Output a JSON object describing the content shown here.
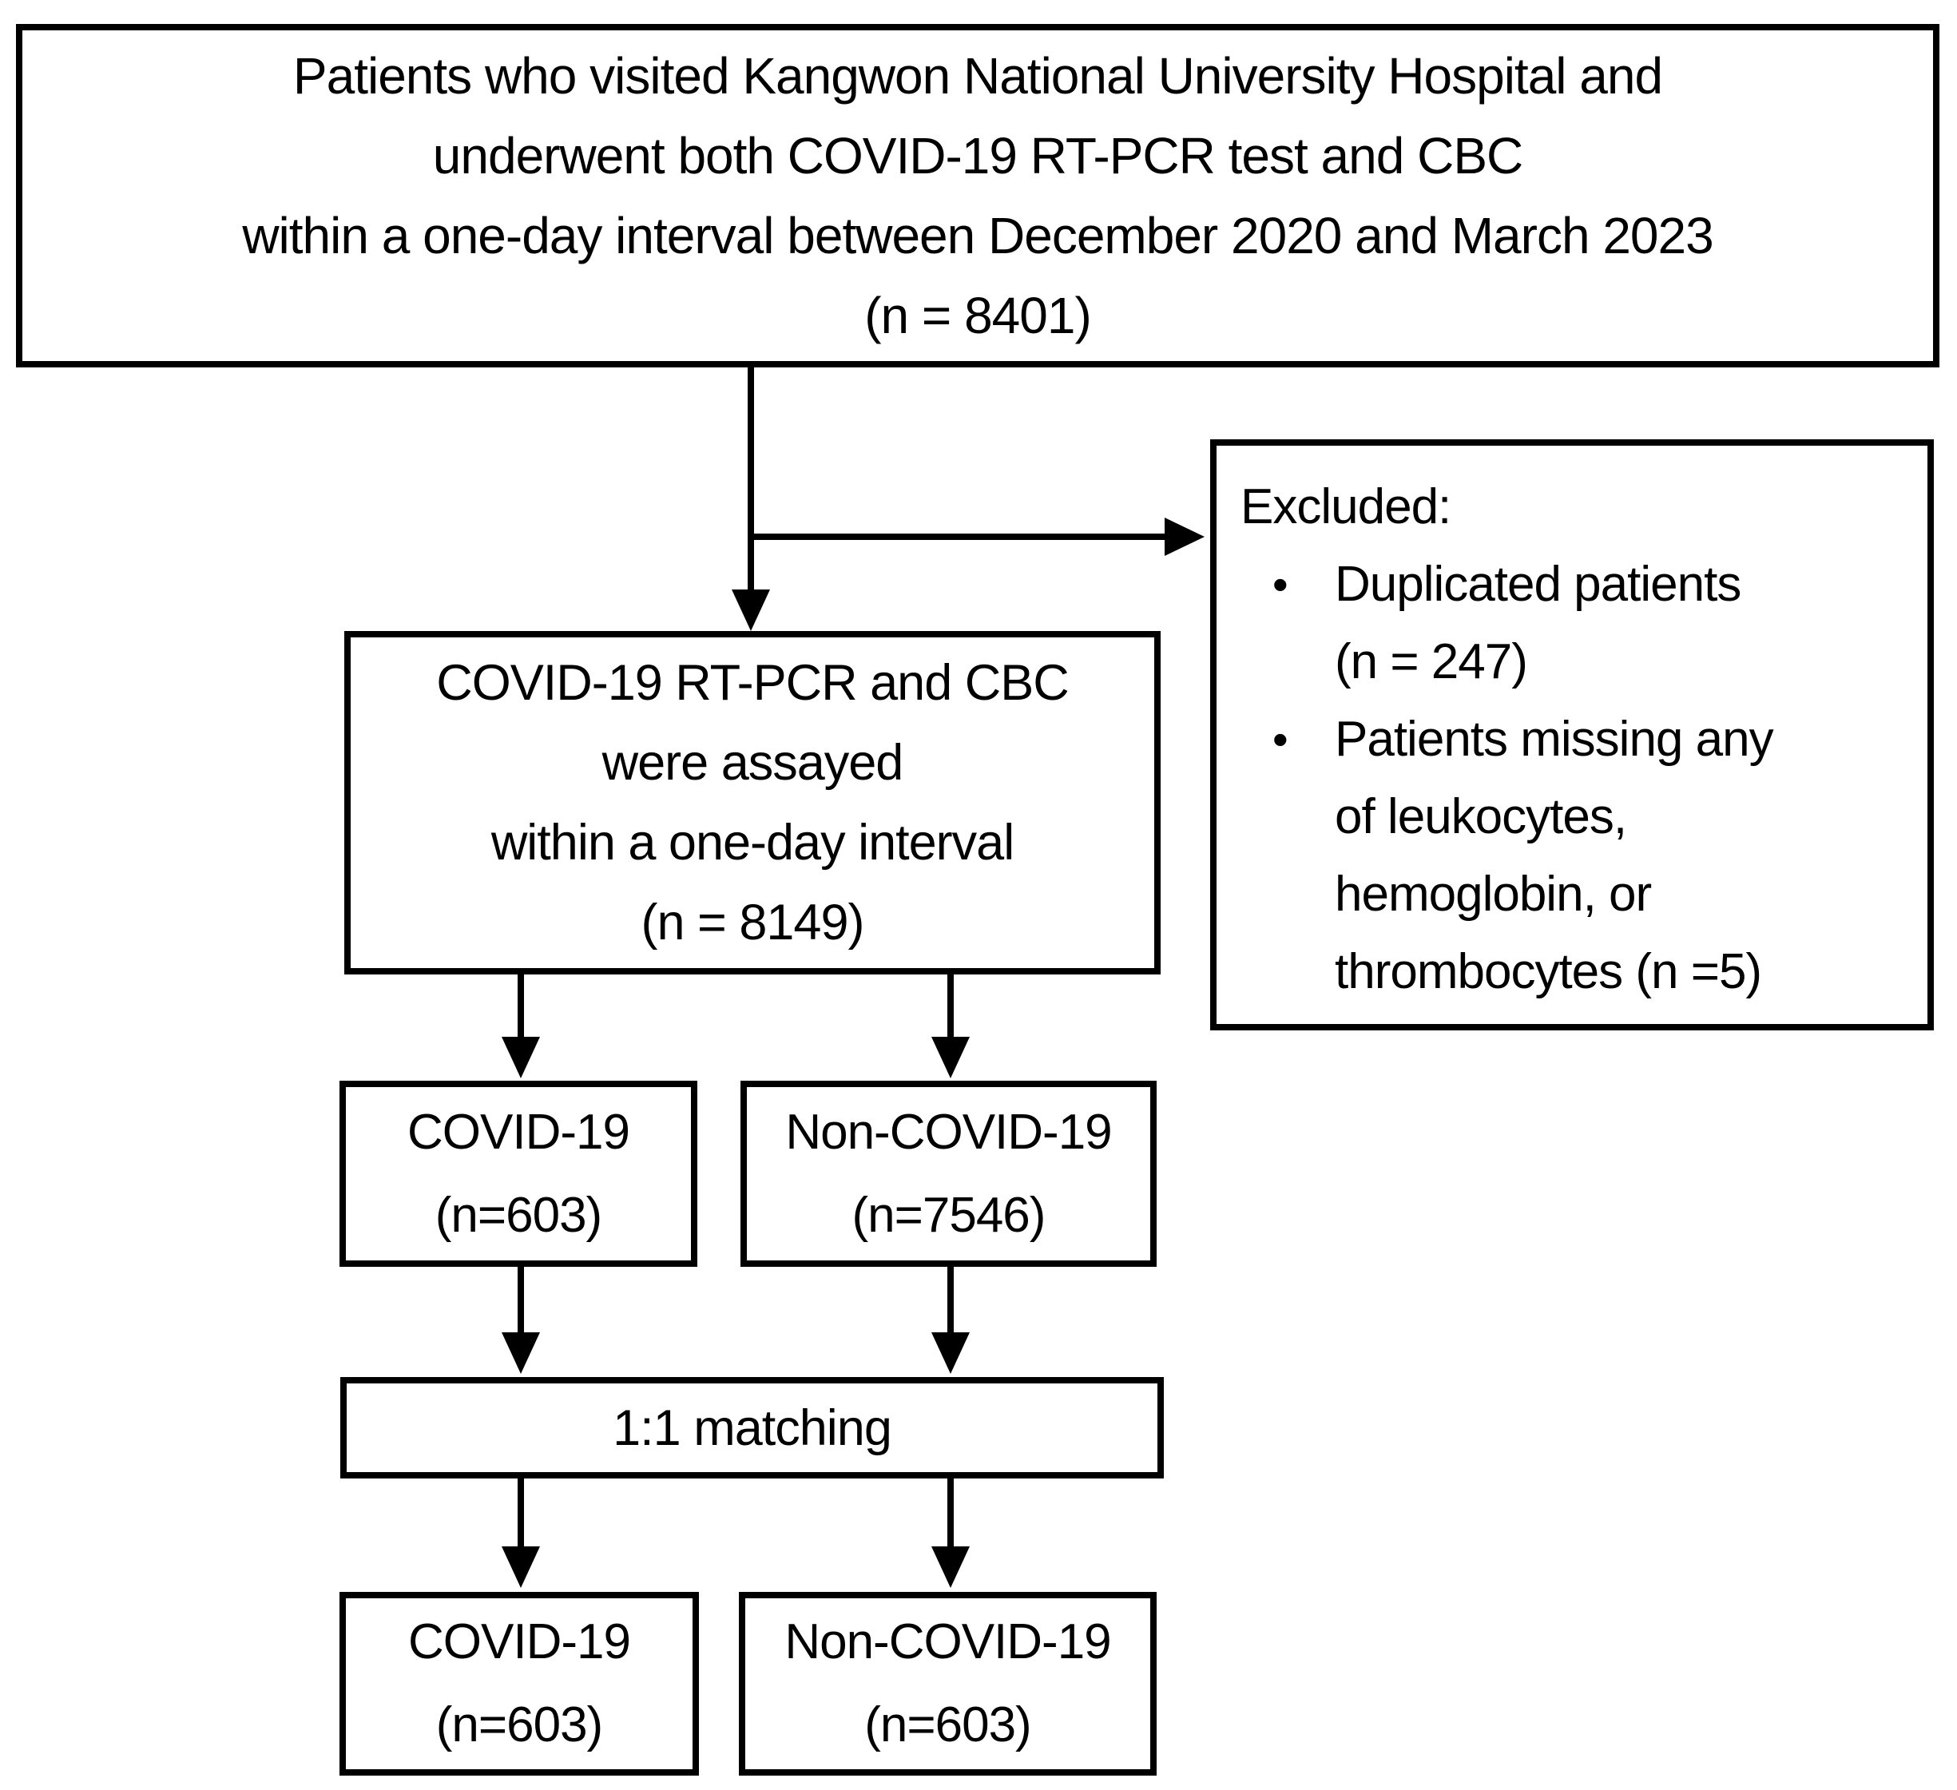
{
  "diagram": {
    "bullet_char": "•",
    "boxes": {
      "enrollment": {
        "lines": [
          "Patients who visited Kangwon National University Hospital and",
          "underwent both COVID-19 RT-PCR test and CBC",
          "within a one-day interval between December 2020 and March 2023",
          "(n = 8401)"
        ]
      },
      "excluded": {
        "title": "Excluded:",
        "items": [
          {
            "lines": [
              "Duplicated patients",
              "(n = 247)"
            ]
          },
          {
            "lines": [
              "Patients missing any",
              "of leukocytes,",
              "hemoglobin, or",
              "thrombocytes (n =5)"
            ]
          }
        ]
      },
      "assayed": {
        "lines": [
          "COVID-19 RT-PCR and CBC",
          "were assayed",
          "within a one-day interval",
          "(n = 8149)"
        ]
      },
      "covid_group": {
        "lines": [
          "COVID-19",
          "(n=603)"
        ]
      },
      "non_covid_group": {
        "lines": [
          "Non-COVID-19",
          "(n=7546)"
        ]
      },
      "matching": {
        "label": "1:1 matching"
      },
      "covid_matched": {
        "lines": [
          "COVID-19",
          "(n=603)"
        ]
      },
      "non_covid_matched": {
        "lines": [
          "Non-COVID-19",
          "(n=603)"
        ]
      }
    }
  }
}
